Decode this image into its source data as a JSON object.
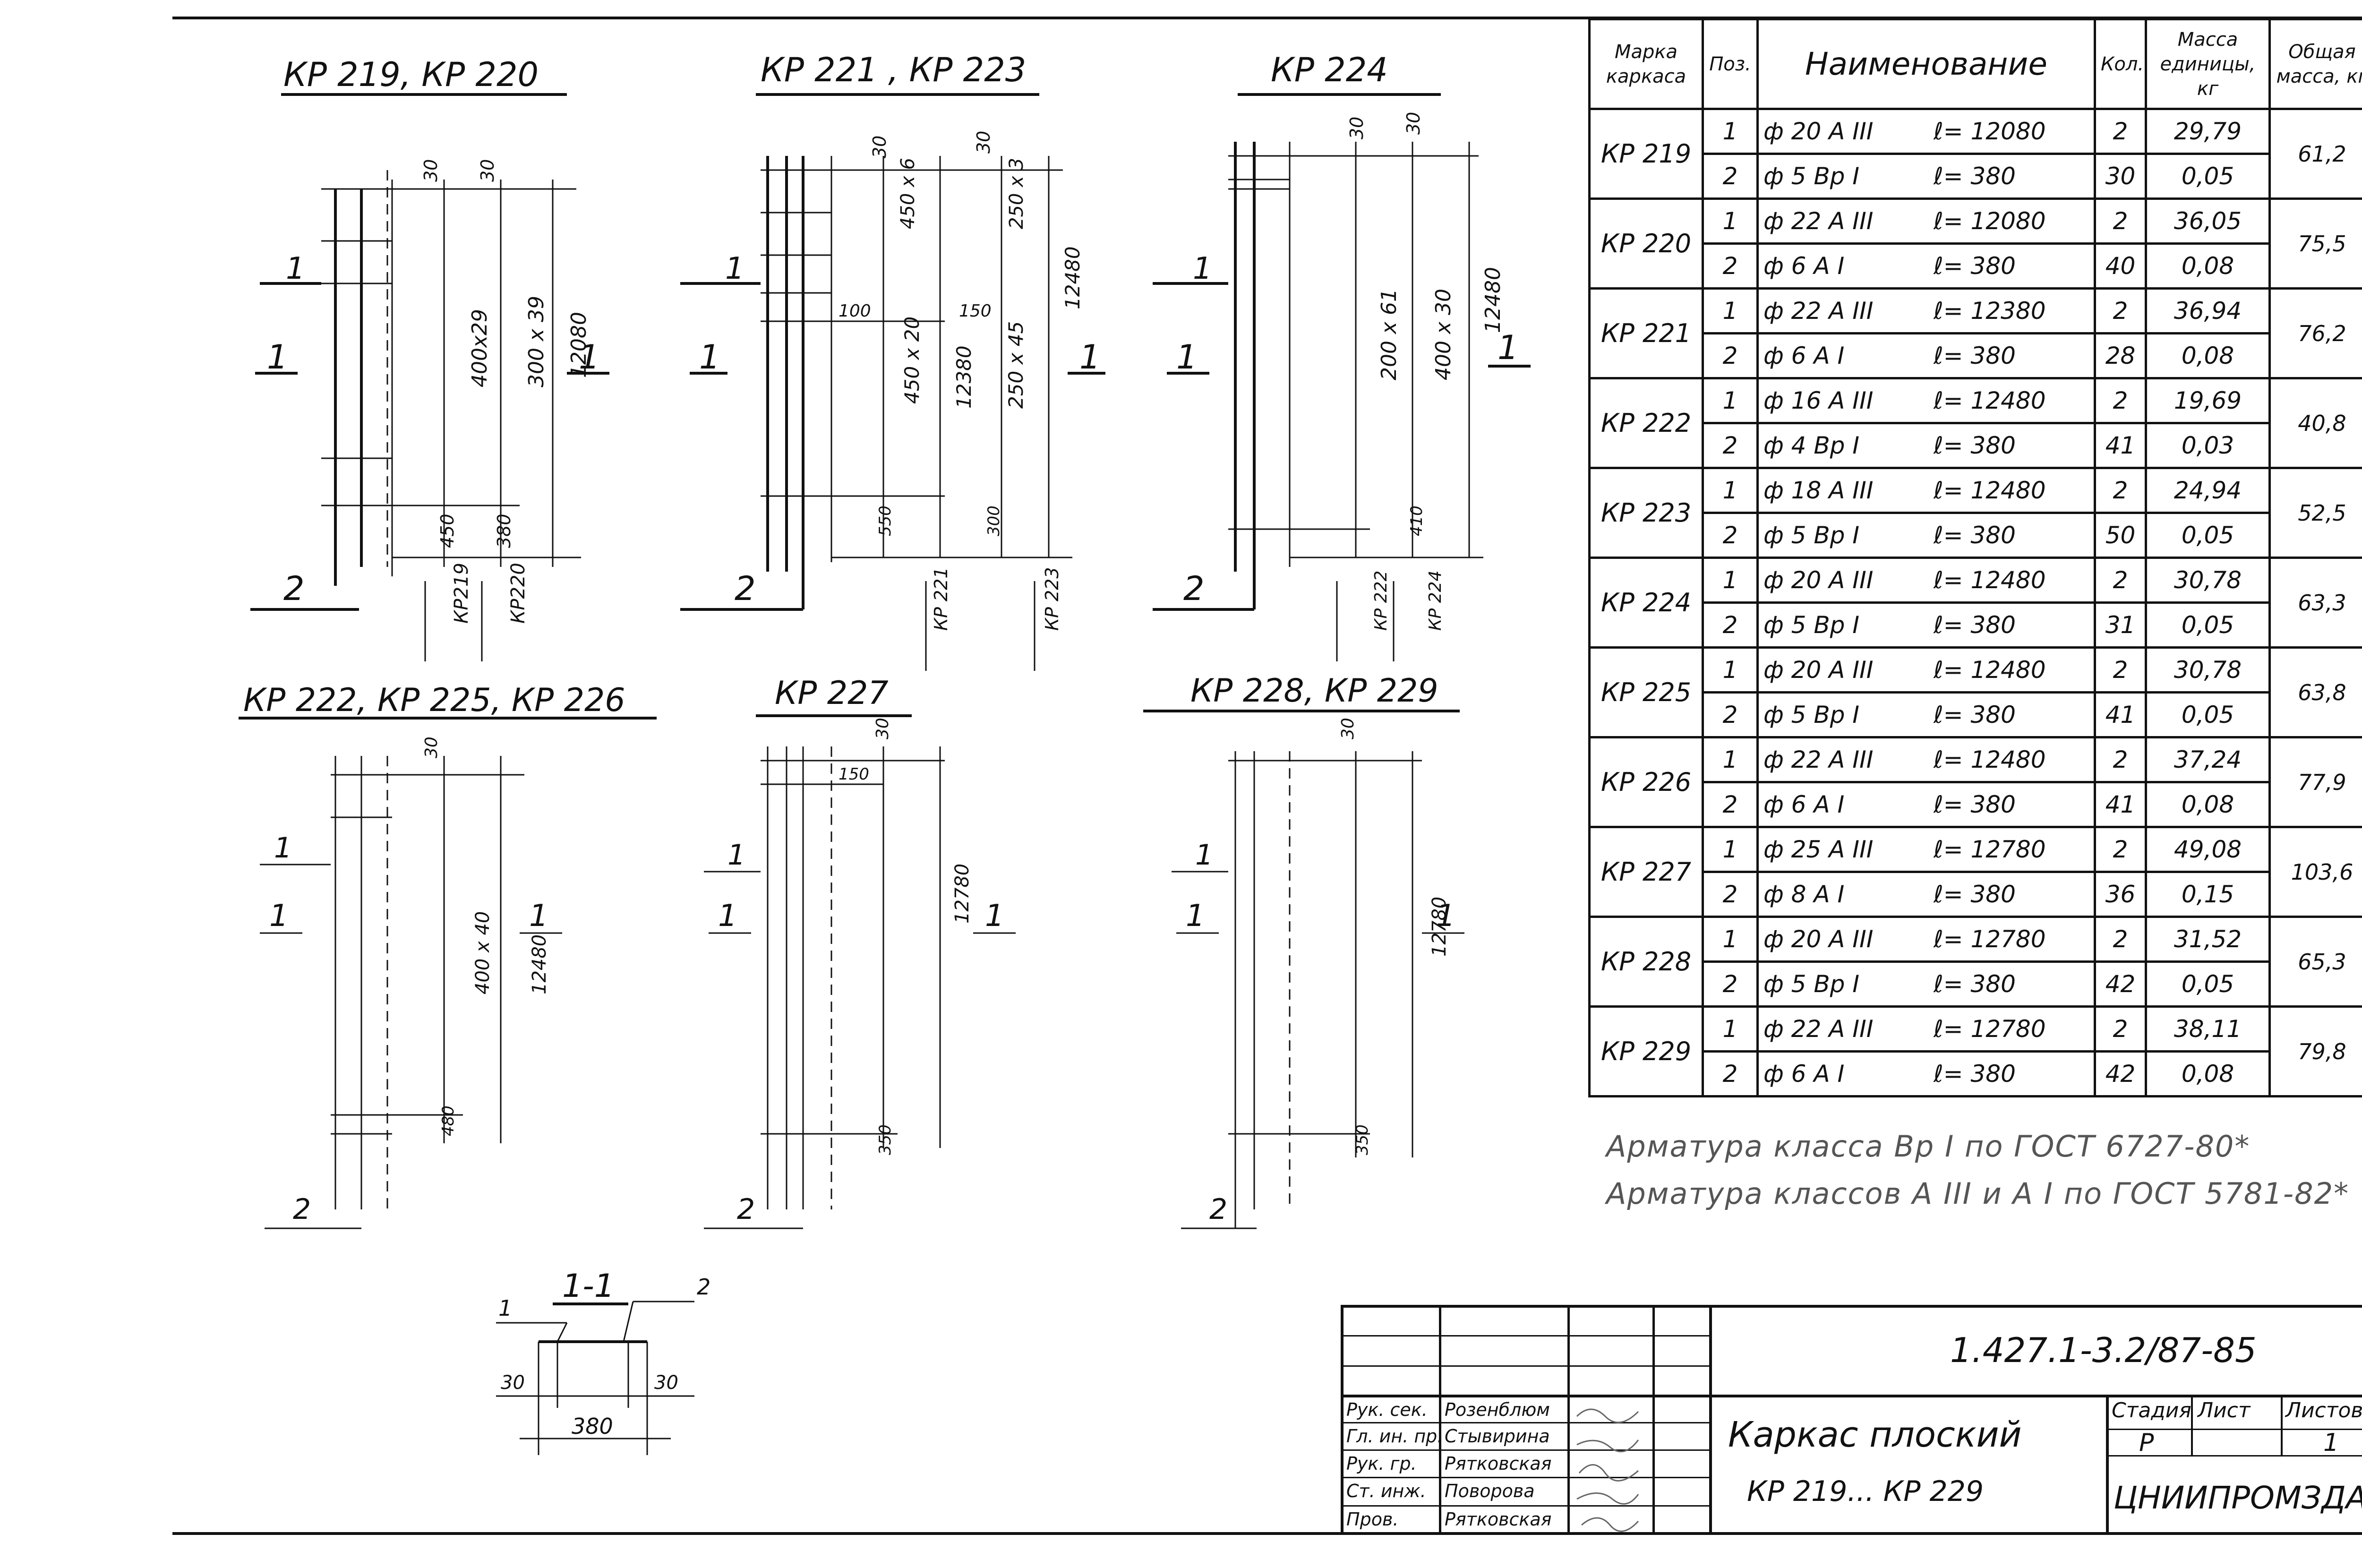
{
  "views": [
    {
      "title": "КР 219,  КР 220",
      "dims": [
        "30",
        "30",
        "400х29",
        "300 х 39",
        "12080",
        "450",
        "380"
      ],
      "marks": [
        "КР219",
        "КР220"
      ]
    },
    {
      "title": "КР 221 ,  КР 223",
      "dims": [
        "30",
        "30",
        "450 х 6",
        "250 х 3",
        "100",
        "150",
        "450 х 20",
        "12380",
        "250 х 45",
        "12480",
        "550",
        "300"
      ],
      "marks": [
        "КР 221",
        "КР 223"
      ]
    },
    {
      "title": "КР 224",
      "dims": [
        "30",
        "30",
        "200 х 61",
        "400 х 30",
        "12480",
        "410"
      ],
      "marks": [
        "КР 222",
        "КР 224"
      ]
    },
    {
      "title": "КР 222,  КР 225,  КР 226",
      "dims": [
        "30",
        "400 х 40",
        "12480",
        "480"
      ],
      "marks": []
    },
    {
      "title": "КР 227",
      "dims": [
        "30",
        "150",
        "12780",
        "350"
      ],
      "marks": []
    },
    {
      "title": "КР 228,  КР 229",
      "dims": [
        "30",
        "12780",
        "350"
      ],
      "marks": []
    }
  ],
  "section_labels": {
    "one": "1",
    "two": "2"
  },
  "section_view": {
    "title": "1-1",
    "label_1": "1",
    "label_2": "2",
    "dim_left": "30",
    "dim_right": "30",
    "dim_width": "380"
  },
  "spec_table": {
    "headers": {
      "mark": "Марка каркаса",
      "pos": "Поз.",
      "name": "Наименование",
      "qty": "Кол.",
      "unit_mass": "Масса единицы, кг",
      "total_mass": "Общая масса, кг"
    },
    "groups": [
      {
        "mark": "КР 219",
        "total": "61,2",
        "rows": [
          {
            "pos": "1",
            "dia": "ф 20 А III",
            "len": "ℓ= 12080",
            "qty": "2",
            "mass": "29,79"
          },
          {
            "pos": "2",
            "dia": "ф 5 Вр I",
            "len": "ℓ= 380",
            "qty": "30",
            "mass": "0,05"
          }
        ]
      },
      {
        "mark": "КР 220",
        "total": "75,5",
        "rows": [
          {
            "pos": "1",
            "dia": "ф 22 А III",
            "len": "ℓ= 12080",
            "qty": "2",
            "mass": "36,05"
          },
          {
            "pos": "2",
            "dia": "ф 6 А I",
            "len": "ℓ= 380",
            "qty": "40",
            "mass": "0,08"
          }
        ]
      },
      {
        "mark": "КР 221",
        "total": "76,2",
        "rows": [
          {
            "pos": "1",
            "dia": "ф 22 А III",
            "len": "ℓ= 12380",
            "qty": "2",
            "mass": "36,94"
          },
          {
            "pos": "2",
            "dia": "ф 6 А I",
            "len": "ℓ= 380",
            "qty": "28",
            "mass": "0,08"
          }
        ]
      },
      {
        "mark": "КР 222",
        "total": "40,8",
        "rows": [
          {
            "pos": "1",
            "dia": "ф 16 А III",
            "len": "ℓ= 12480",
            "qty": "2",
            "mass": "19,69"
          },
          {
            "pos": "2",
            "dia": "ф 4 Вр I",
            "len": "ℓ= 380",
            "qty": "41",
            "mass": "0,03"
          }
        ]
      },
      {
        "mark": "КР 223",
        "total": "52,5",
        "rows": [
          {
            "pos": "1",
            "dia": "ф 18 А III",
            "len": "ℓ= 12480",
            "qty": "2",
            "mass": "24,94"
          },
          {
            "pos": "2",
            "dia": "ф 5 Вр I",
            "len": "ℓ= 380",
            "qty": "50",
            "mass": "0,05"
          }
        ]
      },
      {
        "mark": "КР 224",
        "total": "63,3",
        "rows": [
          {
            "pos": "1",
            "dia": "ф 20 А III",
            "len": "ℓ= 12480",
            "qty": "2",
            "mass": "30,78"
          },
          {
            "pos": "2",
            "dia": "ф 5 Вр I",
            "len": "ℓ= 380",
            "qty": "31",
            "mass": "0,05"
          }
        ]
      },
      {
        "mark": "КР 225",
        "total": "63,8",
        "rows": [
          {
            "pos": "1",
            "dia": "ф 20 А III",
            "len": "ℓ= 12480",
            "qty": "2",
            "mass": "30,78"
          },
          {
            "pos": "2",
            "dia": "ф 5 Вр I",
            "len": "ℓ= 380",
            "qty": "41",
            "mass": "0,05"
          }
        ]
      },
      {
        "mark": "КР 226",
        "total": "77,9",
        "rows": [
          {
            "pos": "1",
            "dia": "ф 22 А III",
            "len": "ℓ= 12480",
            "qty": "2",
            "mass": "37,24"
          },
          {
            "pos": "2",
            "dia": "ф 6 А I",
            "len": "ℓ= 380",
            "qty": "41",
            "mass": "0,08"
          }
        ]
      },
      {
        "mark": "КР 227",
        "total": "103,6",
        "rows": [
          {
            "pos": "1",
            "dia": "ф 25 А III",
            "len": "ℓ= 12780",
            "qty": "2",
            "mass": "49,08"
          },
          {
            "pos": "2",
            "dia": "ф 8 А I",
            "len": "ℓ= 380",
            "qty": "36",
            "mass": "0,15"
          }
        ]
      },
      {
        "mark": "КР 228",
        "total": "65,3",
        "rows": [
          {
            "pos": "1",
            "dia": "ф 20 А III",
            "len": "ℓ= 12780",
            "qty": "2",
            "mass": "31,52"
          },
          {
            "pos": "2",
            "dia": "ф 5 Вр I",
            "len": "ℓ= 380",
            "qty": "42",
            "mass": "0,05"
          }
        ]
      },
      {
        "mark": "КР 229",
        "total": "79,8",
        "rows": [
          {
            "pos": "1",
            "dia": "ф 22 А III",
            "len": "ℓ= 12780",
            "qty": "2",
            "mass": "38,11"
          },
          {
            "pos": "2",
            "dia": "ф 6 А I",
            "len": "ℓ= 380",
            "qty": "42",
            "mass": "0,08"
          }
        ]
      }
    ]
  },
  "notes": [
    "Арматура  класса  Вр I  по  ГОСТ 6727-80*",
    "Арматура  классов А III и А I  по ГОСТ 5781-82*"
  ],
  "title_block": {
    "doc_code": "1.427.1-3.2/87-85",
    "title_line1": "Каркас    плоский",
    "title_line2": "КР 219...  КР 229",
    "stage_label": "Стадия",
    "sheet_label": "Лист",
    "sheets_label": "Листов",
    "stage": "Р",
    "sheets": "1",
    "org": "ЦНИИПРОМЗДАНИЙ",
    "roles": [
      "Рук. сек.",
      "Гл. ин. пр.",
      "Рук. гр.",
      "Ст. инж.",
      "Пров."
    ],
    "names": [
      "Розенблюм",
      "Стывирина",
      "Рятковская",
      "Поворова",
      "Рятковская"
    ]
  }
}
